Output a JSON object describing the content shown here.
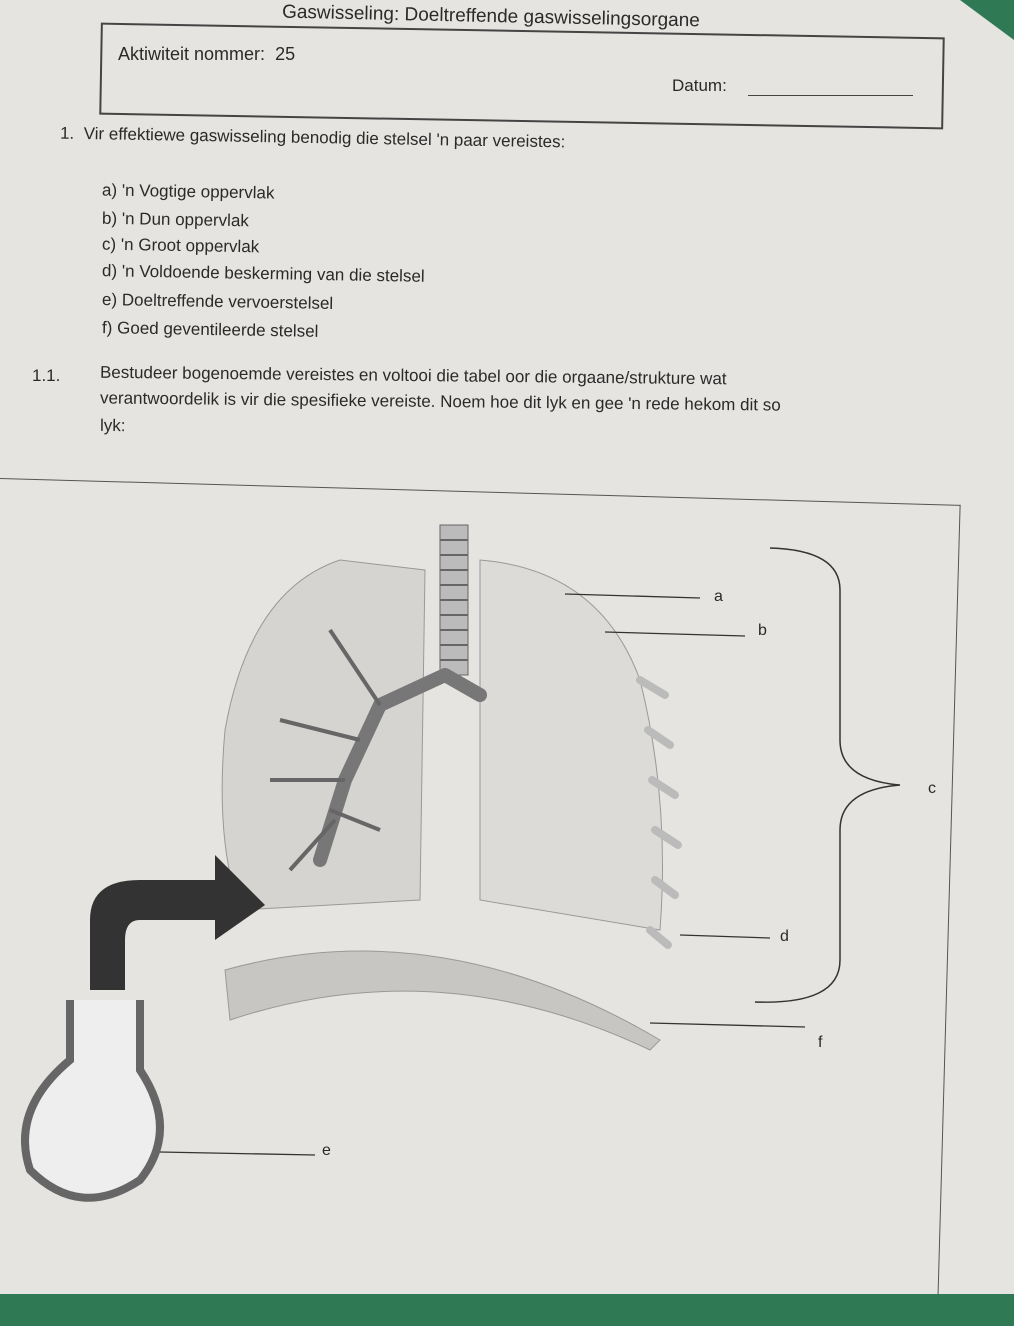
{
  "header": {
    "title": "Gaswisseling: Doeltreffende gaswisselingsorgane",
    "activity_label": "Aktiwiteit nommer:",
    "activity_number": "25",
    "date_label": "Datum:"
  },
  "question1": {
    "number": "1.",
    "text": "Vir effektiewe gaswisseling benodig die stelsel 'n paar vereistes:",
    "items": [
      "a) 'n Vogtige oppervlak",
      "b) 'n Dun oppervlak",
      "c) 'n Groot oppervlak",
      "d) 'n Voldoende beskerming van die stelsel",
      "e) Doeltreffende vervoerstelsel",
      "f) Goed geventileerde stelsel"
    ]
  },
  "question1_1": {
    "number": "1.1.",
    "lines": [
      "Bestudeer bogenoemde vereistes en voltooi die tabel oor die orgaane/strukture wat",
      "verantwoordelik is vir die spesifieke vereiste. Noem hoe dit lyk en gee 'n rede hekom dit so",
      "lyk:"
    ]
  },
  "diagram": {
    "labels": [
      "a",
      "b",
      "c",
      "d",
      "e",
      "f"
    ]
  }
}
